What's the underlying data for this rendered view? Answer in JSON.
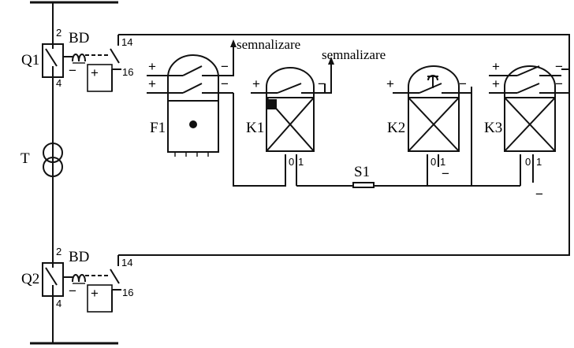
{
  "breaker_top": {
    "name": "Q1",
    "terminal_top": "2",
    "terminal_bottom": "4",
    "relay_label": "BD",
    "contact_left": "14",
    "contact_right": "16",
    "minus": "−",
    "plus": "+"
  },
  "breaker_bottom": {
    "name": "Q2",
    "terminal_top": "2",
    "terminal_bottom": "4",
    "relay_label": "BD",
    "contact_left": "14",
    "contact_right": "16",
    "minus": "−",
    "plus": "+"
  },
  "transformer_label": "T",
  "signal_label_1": "semnalizare",
  "signal_label_2": "semnalizare",
  "relays": {
    "F1": {
      "name": "F1",
      "plus_1": "+",
      "plus_2": "+",
      "minus_1": "−",
      "minus_2": "−"
    },
    "K1": {
      "name": "K1",
      "plus": "+",
      "minus": "−",
      "term0": "0",
      "term1": "1"
    },
    "K2": {
      "name": "K2",
      "plus": "+",
      "minus": "−",
      "term0": "0",
      "term1": "1",
      "bottom_minus": "−"
    },
    "K3": {
      "name": "K3",
      "plus_1": "+",
      "plus_2": "+",
      "minus_1": "−",
      "minus_2": "−",
      "term0": "0",
      "term1": "1",
      "bottom_minus": "−"
    }
  },
  "switch_label": "S1"
}
